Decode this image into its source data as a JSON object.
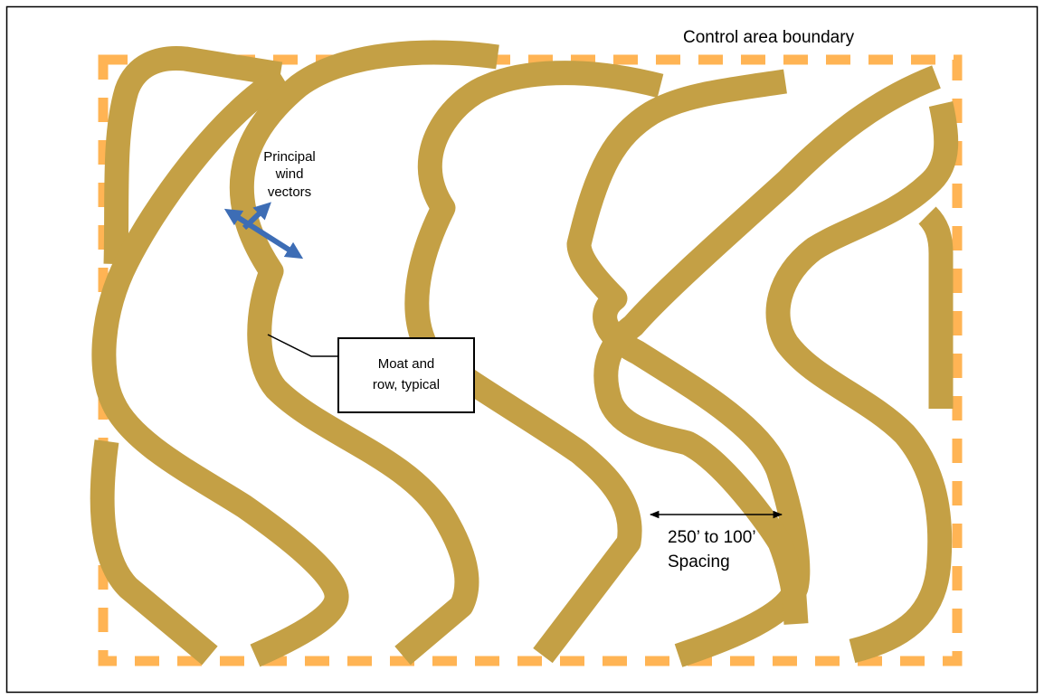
{
  "labels": {
    "boundary": "Control area boundary",
    "wind_line1": "Principal",
    "wind_line2": "wind",
    "wind_line3": "vectors",
    "callout_line1": "Moat and",
    "callout_line2": "row, typical",
    "spacing_line1": "250’ to 100’",
    "spacing_line2": "Spacing"
  },
  "colors": {
    "moat_row": "#c4a045",
    "boundary": "#ffb454",
    "wind_arrow": "#3d6db5",
    "frame": "#000000"
  }
}
